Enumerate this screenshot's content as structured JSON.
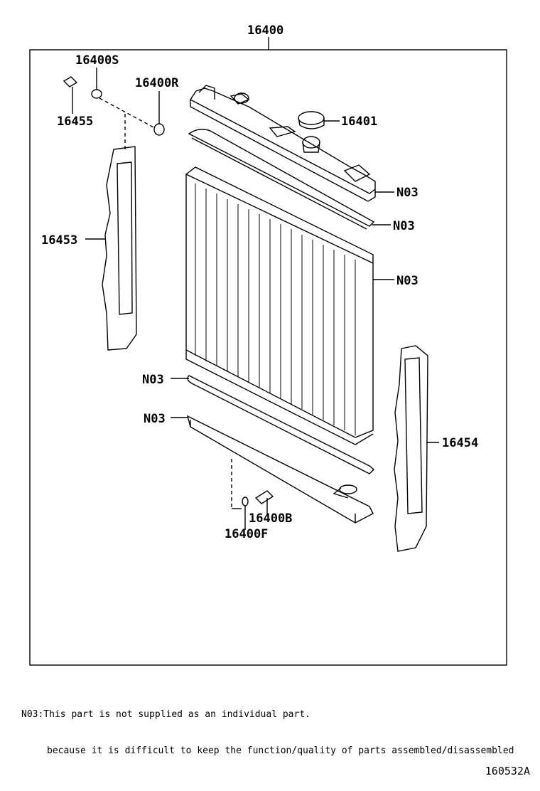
{
  "assembly": {
    "part_number": "16400"
  },
  "callouts": {
    "screw_cap": "16400S",
    "bolt": "16455",
    "nut": "16400R",
    "radiator_cap": "16401",
    "support_left": "16453",
    "support_right": "16454",
    "upper_tank": "N03",
    "upper_gasket": "N03",
    "core": "N03",
    "lower_gasket": "N03",
    "lower_tank": "N03",
    "drain_cock": "16400B",
    "drain_plug": "16400F"
  },
  "note": {
    "line1": "N03:This part is not supplied as an individual part.",
    "line2": "because it is difficult to keep the function/quality of parts assembled/disassembled"
  },
  "diagram_id": "160532A"
}
